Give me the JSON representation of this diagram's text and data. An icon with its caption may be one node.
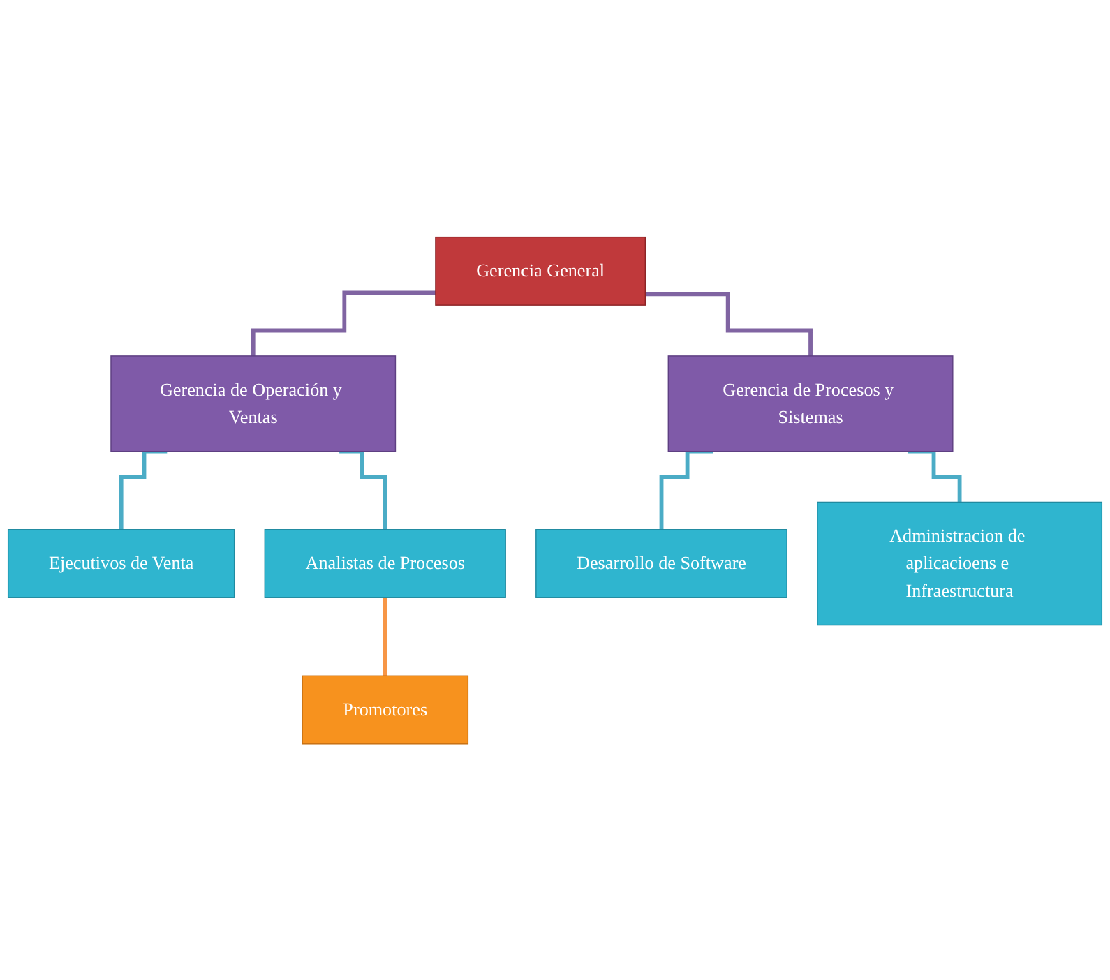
{
  "diagram": {
    "nodes": [
      {
        "text": [
          "Gerencia General"
        ]
      },
      {
        "text": [
          "Gerencia de Operación y Ventas"
        ]
      },
      {
        "text": [
          "Gerencia de Procesos y Sistemas"
        ]
      },
      {
        "text": [
          "Ejecutivos de Venta"
        ]
      },
      {
        "text": [
          "Analistas de Procesos"
        ]
      },
      {
        "text": [
          "Desarrollo de Software"
        ]
      },
      {
        "text": [
          "Promotores"
        ]
      },
      {
        "text": [
          "Administracion de aplicacioens e Infraestructura"
        ]
      }
    ],
    "edges": [
      {
        "from": 0,
        "to": 1,
        "arrow": "none",
        "color": "#8064a2"
      },
      {
        "from": 0,
        "to": 2,
        "arrow": "none",
        "color": "#8064a2"
      },
      {
        "from": 1,
        "to": 3,
        "arrow": "none"
      },
      {
        "from": 1,
        "to": 4,
        "arrow": "none"
      },
      {
        "from": 2,
        "to": 5,
        "arrow": "none"
      },
      {
        "from": 2,
        "to": 7,
        "arrow": "none"
      },
      {
        "from": 4,
        "to": 6,
        "arrow": "none",
        "color": "#f79646"
      }
    ]
  }
}
